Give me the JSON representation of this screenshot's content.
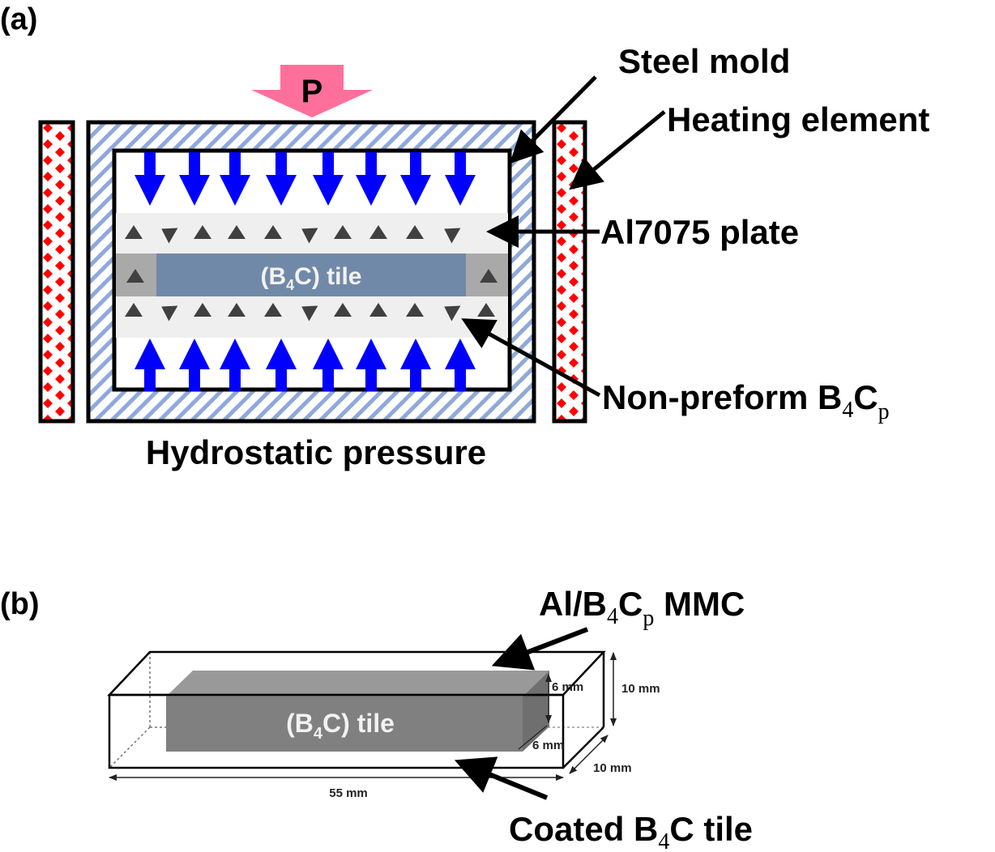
{
  "panel_a": {
    "label": "(a)",
    "pressure_label": "P",
    "tile_label": {
      "main": "(B",
      "sub": "4",
      "tail": "C) tile"
    },
    "bottom_caption": "Hydrostatic pressure",
    "callouts": {
      "steel_mold": "Steel mold",
      "heating_element": "Heating element",
      "al_plate": "Al7075 plate",
      "non_preform": {
        "main": "Non-preform B",
        "sub1": "4",
        "mid": "C",
        "sub2": "p"
      }
    },
    "down_arrow_count": 8,
    "up_arrow_count": 8
  },
  "panel_b": {
    "label": "(b)",
    "tile_label": {
      "main": "(B",
      "sub": "4",
      "tail": "C) tile"
    },
    "callouts": {
      "mmc": {
        "pre": "Al/B",
        "sub1": "4",
        "mid": "C",
        "sub2": "p",
        "post": " MMC"
      },
      "coated": {
        "pre": "Coated B",
        "sub1": "4",
        "post": "C tile"
      }
    },
    "dimensions": {
      "length": "55 mm",
      "height": "10 mm",
      "depth": "10 mm",
      "tile_height": "6 mm",
      "tile_depth": "6 mm"
    }
  },
  "colors": {
    "heater_red": "#ff0000",
    "hatch_blue": "#8ea9db",
    "arrow_blue": "#0000ff",
    "press_pink": "#ff6f9c",
    "tile_slate": "#7189a8",
    "plate_gray": "#efefef",
    "edge_gray": "#a9a9a9",
    "particle": "#404040",
    "tile_gray_b": "#808080"
  }
}
